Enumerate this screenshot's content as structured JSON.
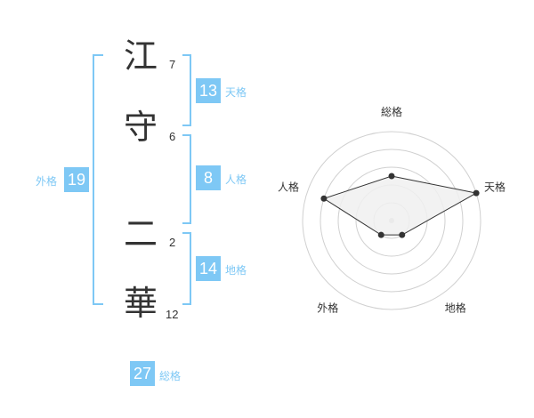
{
  "characters": [
    {
      "char": "江",
      "strokes": "7"
    },
    {
      "char": "守",
      "strokes": "6"
    },
    {
      "char": "二",
      "strokes": "2"
    },
    {
      "char": "華",
      "strokes": "12"
    }
  ],
  "kaku": {
    "tenkaku": {
      "label": "天格",
      "value": "13"
    },
    "jinkaku": {
      "label": "人格",
      "value": "8"
    },
    "chikaku": {
      "label": "地格",
      "value": "14"
    },
    "gaikaku": {
      "label": "外格",
      "value": "19"
    },
    "soukaku": {
      "label": "総格",
      "value": "27"
    }
  },
  "radar": {
    "axes": [
      "総格",
      "天格",
      "地格",
      "外格",
      "人格"
    ],
    "values": [
      0.5,
      1.0,
      0.2,
      0.2,
      0.8
    ],
    "max": 1.0,
    "rings": 5
  },
  "colors": {
    "accent": "#7ec8f5",
    "text": "#333333",
    "grid": "#d0d0d0",
    "fill": "#f0f0f0",
    "line": "#333333"
  }
}
